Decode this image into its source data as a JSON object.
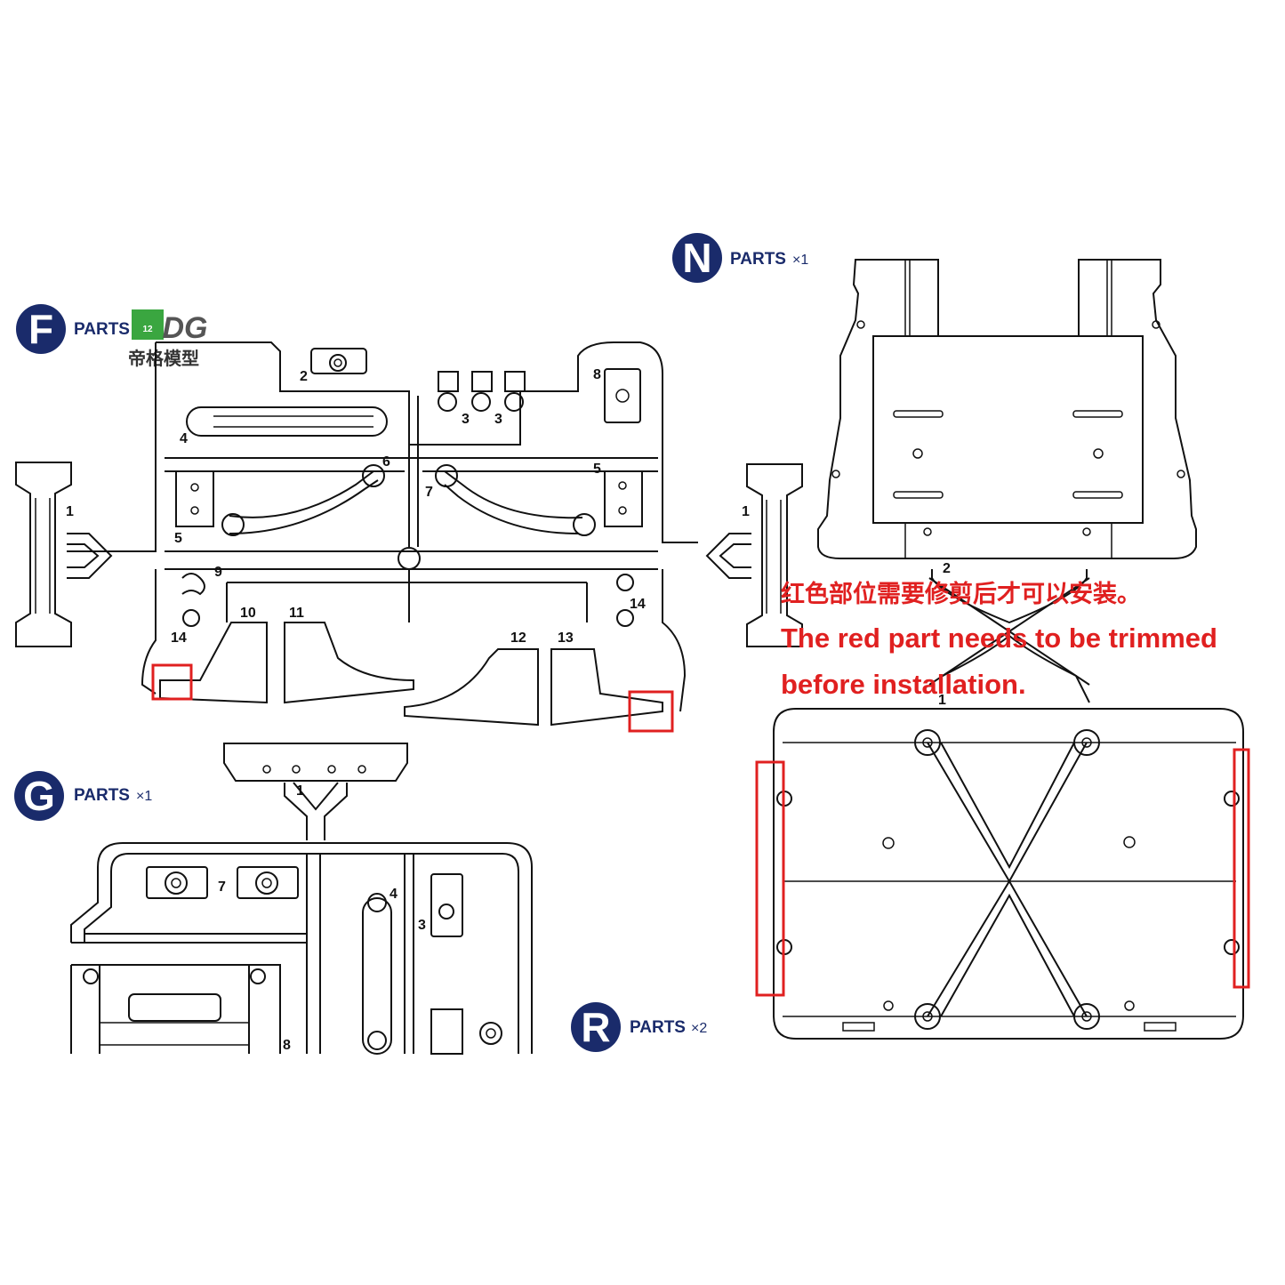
{
  "sections": {
    "F": {
      "letter": "F",
      "label": "PARTS",
      "multiplier": ""
    },
    "N": {
      "letter": "N",
      "label": "PARTS",
      "multiplier": "×1"
    },
    "G": {
      "letter": "G",
      "label": "PARTS",
      "multiplier": "×1"
    },
    "R": {
      "letter": "R",
      "label": "PARTS",
      "multiplier": "×2"
    }
  },
  "watermark": {
    "logo_text": "DG",
    "small_text": "12",
    "brand_text": "帝格模型",
    "accent_color": "#3aa640"
  },
  "note": {
    "line_cn": "红色部位需要修剪后才可以安装。",
    "line_en_1": "The red part needs to be trimmed",
    "line_en_2": "before installation.",
    "color": "#e02020"
  },
  "part_numbers": {
    "f": [
      "2",
      "3",
      "3",
      "8",
      "4",
      "6",
      "7",
      "5",
      "1",
      "5",
      "1",
      "9",
      "10",
      "11",
      "12",
      "13",
      "14",
      "14"
    ],
    "n": [
      "2",
      "1"
    ],
    "g": [
      "1",
      "7",
      "4",
      "3",
      "8"
    ]
  },
  "colors": {
    "badge": "#1a2b6b",
    "line": "#111111",
    "highlight": "#e02020"
  }
}
